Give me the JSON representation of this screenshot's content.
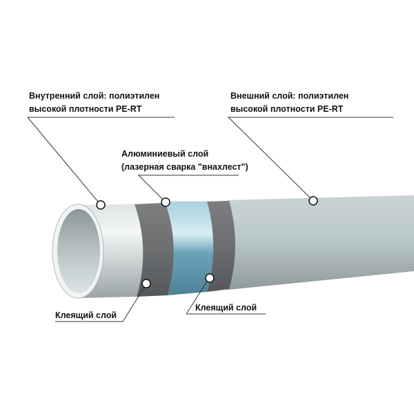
{
  "labels": {
    "inner_layer": [
      "Внутренний слой: полиэтилен",
      "высокой плотности PE-RT"
    ],
    "outer_layer": [
      "Внешний слой: полиэтилен",
      "высокой плотности PE-RT"
    ],
    "aluminium_layer": [
      "Алюминиевый слой",
      "(лазерная сварка \"внахлест\")"
    ],
    "adhesive_layer_1": "Клеящий слой",
    "adhesive_layer_2": "Клеящий слой"
  },
  "colors": {
    "inner": "#e6eaec",
    "adhesive": "#6f7173",
    "aluminium": "#7fb4c8",
    "outer": "#b9c6c9"
  }
}
